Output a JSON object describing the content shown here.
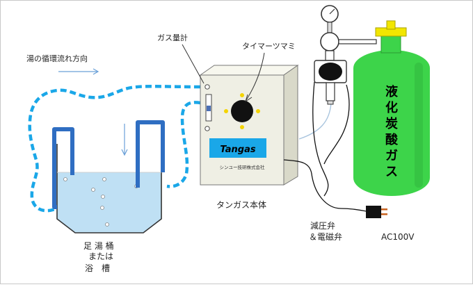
{
  "labels": {
    "flow_direction": "湯の循環流れ方向",
    "gas_meter": "ガス量計",
    "timer_knob": "タイマーツマミ",
    "main_unit": "タンガス本体",
    "brand": "Tangas",
    "maker": "シンユー技研株式会社",
    "valve_line1": "減圧弁",
    "valve_line2": "＆電磁弁",
    "power": "AC100V",
    "cylinder_chars": [
      "液",
      "化",
      "炭",
      "酸",
      "ガ",
      "ス"
    ],
    "tub_line1": "足 湯 桶",
    "tub_line2": "または",
    "tub_line3": "浴　槽"
  },
  "colors": {
    "pipe": "#1aa7e8",
    "cylinder": "#3dd44a",
    "cylinder_shadow": "#2fb33b",
    "valve_yellow": "#f2e600",
    "unit_body": "#efefe4",
    "brand_panel": "#1aa7e8",
    "water": "#bfe0f4",
    "timer_dot": "#f4d400",
    "arrow": "#6aa0d8"
  }
}
